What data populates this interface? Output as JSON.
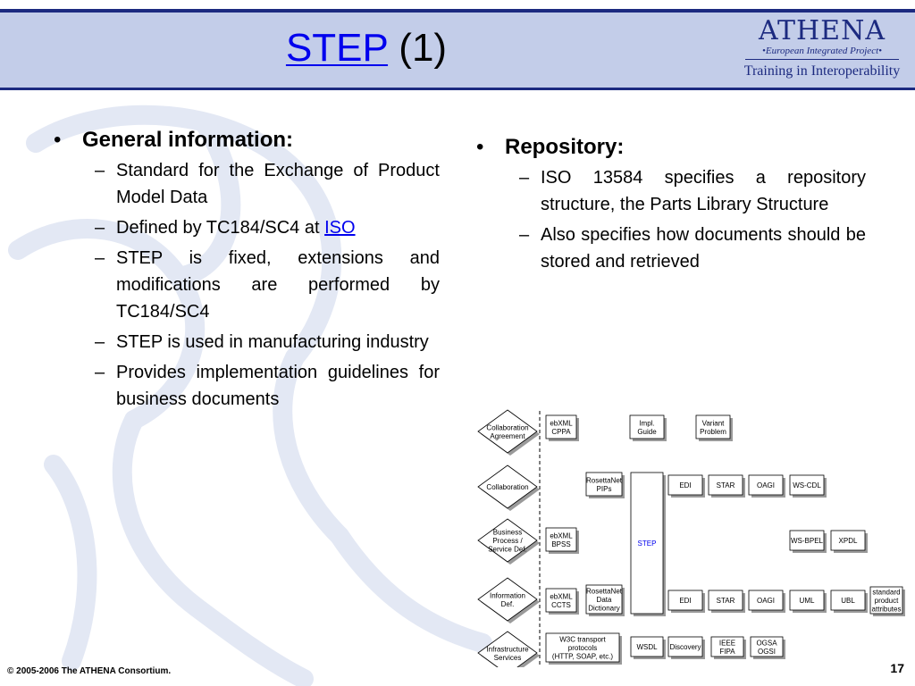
{
  "title": {
    "link": "STEP",
    "rest": " (1)"
  },
  "logo": {
    "name": "ATHENA",
    "subtitle": "•European Integrated Project•",
    "tagline": "Training in Interoperability"
  },
  "left": {
    "heading": "General information:",
    "items": [
      {
        "text": "Standard for the Exchange of Product Model Data"
      },
      {
        "prefix": "Defined by TC184/SC4 at ",
        "link": "ISO"
      },
      {
        "text": "STEP is fixed, extensions and modifications are performed by TC184/SC4"
      },
      {
        "text": "STEP is used in manufacturing industry"
      },
      {
        "text": "Provides implementation guidelines for business documents"
      }
    ]
  },
  "right": {
    "heading": "Repository:",
    "items": [
      {
        "text": "ISO 13584 specifies a repository structure, the Parts Library Structure"
      },
      {
        "text": "Also specifies how documents should be stored and retrieved"
      }
    ]
  },
  "diagram": {
    "diamonds": [
      [
        "Collaboration",
        "Agreement"
      ],
      [
        "Collaboration"
      ],
      [
        "Business",
        "Process /",
        "Service Def."
      ],
      [
        "Information",
        "Def."
      ],
      [
        "Infrastructure",
        "Services"
      ]
    ],
    "boxes": {
      "ebxml_cppa": [
        "ebXML",
        "CPPA"
      ],
      "impl_guide": [
        "Impl.",
        "Guide"
      ],
      "variant_problem": [
        "Variant",
        "Problem"
      ],
      "rosettanet_pips": [
        "RosettaNet",
        "PIPs"
      ],
      "step": "STEP",
      "edi_1": "EDI",
      "star_1": "STAR",
      "oagi_1": "OAGI",
      "ws_cdl": "WS-CDL",
      "ebxml_bpss": [
        "ebXML",
        "BPSS"
      ],
      "ws_bpel": "WS-BPEL",
      "xpdl": "XPDL",
      "ebxml_ccts": [
        "ebXML",
        "CCTS"
      ],
      "rosettanet_dd": [
        "RosettaNet",
        "Data",
        "Dictionary"
      ],
      "edi_2": "EDI",
      "star_2": "STAR",
      "oagi_2": "OAGI",
      "uml": "UML",
      "ubl": "UBL",
      "standard_attrs": [
        "standard",
        "product",
        "attributes"
      ],
      "w3c": [
        "W3C transport",
        "protocols",
        "(HTTP, SOAP, etc.)"
      ],
      "wsdl": "WSDL",
      "discovery": "Discovery",
      "ieee_fipa": [
        "IEEE",
        "FIPA"
      ],
      "ogsa_ogsi": [
        "OGSA",
        "OGSI"
      ]
    }
  },
  "footer": {
    "copyright": "© 2005-2006 The ATHENA Consortium.",
    "page": "17"
  },
  "colors": {
    "header_bg": "#c3cde9",
    "header_line": "#1c2a80",
    "link": "#0000ee",
    "watermark": "#e3e8f4"
  }
}
